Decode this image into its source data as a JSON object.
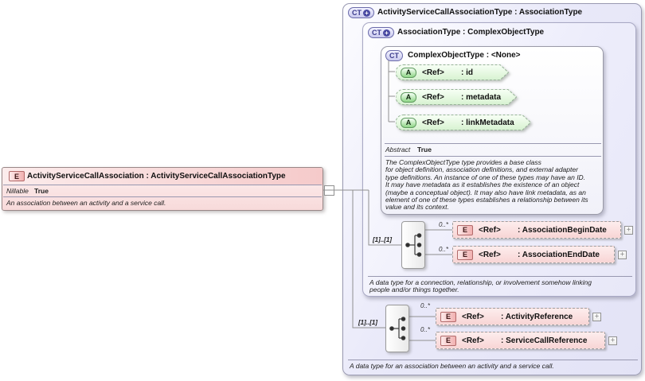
{
  "icons": {
    "collapse": "−",
    "expand": "+",
    "type_extension_plus": "+"
  },
  "colors": {
    "element_pink": "#f8d5d5",
    "attribute_green": "#bfe8b8",
    "complex_type_lavender": "#dcdcf4",
    "connector_gray": "#8f8f8f"
  },
  "element_declaration": {
    "badge": "E",
    "title": "ActivityServiceCallAssociation : ActivityServiceCallAssociationType",
    "property": {
      "label": "Nillable",
      "value": "True"
    },
    "description": "An association between an activity and a service call."
  },
  "outer_type": {
    "badge": "CT",
    "title": "ActivityServiceCallAssociationType : AssociationType",
    "footer": "A data type for an association between an activity and a service call.",
    "group": {
      "multiplicity": "[1]..[1]",
      "children": [
        {
          "cardinality": "0..*",
          "badge": "E",
          "ref": "<Ref>",
          "name": ": ActivityReference"
        },
        {
          "cardinality": "0..*",
          "badge": "E",
          "ref": "<Ref>",
          "name": ": ServiceCallReference"
        }
      ]
    }
  },
  "association_type": {
    "badge": "CT",
    "title": "AssociationType : ComplexObjectType",
    "footer": "A data type for a connection, relationship, or involvement somehow linking\npeople and/or things together.",
    "group": {
      "multiplicity": "[1]..[1]",
      "children": [
        {
          "cardinality": "0..*",
          "badge": "E",
          "ref": "<Ref>",
          "name": ": AssociationBeginDate"
        },
        {
          "cardinality": "0..*",
          "badge": "E",
          "ref": "<Ref>",
          "name": ": AssociationEndDate"
        }
      ]
    }
  },
  "complex_object_type": {
    "badge": "CT",
    "title": "ComplexObjectType : <None>",
    "attributes": [
      {
        "badge": "A",
        "ref": "<Ref>",
        "name": ": id"
      },
      {
        "badge": "A",
        "ref": "<Ref>",
        "name": ": metadata"
      },
      {
        "badge": "A",
        "ref": "<Ref>",
        "name": ": linkMetadata"
      }
    ],
    "property": {
      "label": "Abstract",
      "value": "True"
    },
    "description": "The ComplexObjectType type provides a base class\nfor object definition, association definitions, and external adapter\ntype definitions. An instance of one of these types may have an ID.\nIt may have metadata as it establishes the existence of an object\n(maybe a conceptual object). It may also have link metadata, as an\nelement of one of these types establishes a relationship between its\nvalue and its context."
  }
}
